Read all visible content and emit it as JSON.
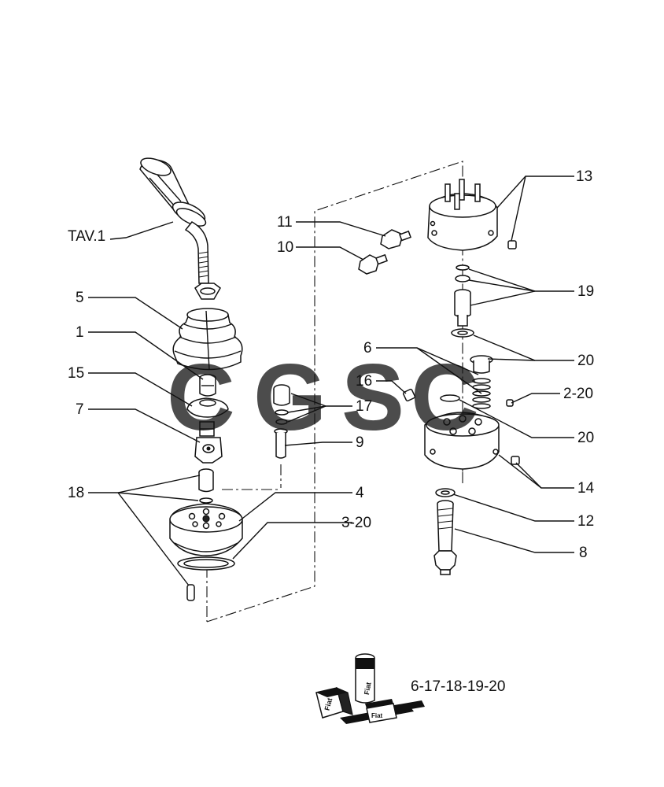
{
  "callouts": [
    {
      "id": "tav1",
      "text": "TAV.1"
    },
    {
      "id": "c5",
      "text": "5"
    },
    {
      "id": "c1",
      "text": "1"
    },
    {
      "id": "c15",
      "text": "15"
    },
    {
      "id": "c7",
      "text": "7"
    },
    {
      "id": "c18",
      "text": "18"
    },
    {
      "id": "c11",
      "text": "11"
    },
    {
      "id": "c10",
      "text": "10"
    },
    {
      "id": "c13",
      "text": "13"
    },
    {
      "id": "c19",
      "text": "19"
    },
    {
      "id": "c20a",
      "text": "20"
    },
    {
      "id": "c6",
      "text": "6"
    },
    {
      "id": "c16",
      "text": "16"
    },
    {
      "id": "c17",
      "text": "17"
    },
    {
      "id": "c2_20",
      "text": "2-20"
    },
    {
      "id": "c20b",
      "text": "20"
    },
    {
      "id": "c9",
      "text": "9"
    },
    {
      "id": "c14",
      "text": "14"
    },
    {
      "id": "c4",
      "text": "4"
    },
    {
      "id": "c12",
      "text": "12"
    },
    {
      "id": "c3_20",
      "text": "3-20"
    },
    {
      "id": "c8",
      "text": "8"
    }
  ],
  "kit": {
    "label": "6-17-18-19-20",
    "box_labels": [
      "Fiat",
      "Fiat",
      "Fiat"
    ]
  },
  "watermark": {
    "letters": [
      "C",
      "G",
      "S",
      "C"
    ],
    "colors": [
      "#3b82f6",
      "#ef4444",
      "#facc15",
      "#22c55e"
    ]
  }
}
